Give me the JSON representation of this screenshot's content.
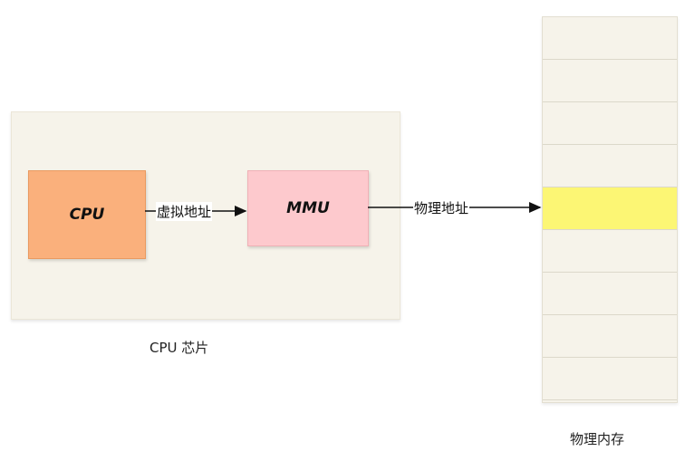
{
  "chip": {
    "caption": "CPU 芯片"
  },
  "cpu_box": {
    "label": "CPU"
  },
  "mmu_box": {
    "label": "MMU"
  },
  "edges": {
    "virtual_address": "虚拟地址",
    "physical_address": "物理地址"
  },
  "memory": {
    "caption": "物理内存",
    "rows": 9,
    "highlighted_row": 4,
    "highlight_color": "#fcf674"
  },
  "colors": {
    "cpu": "#fab07c",
    "mmu": "#fdc9cd",
    "chip_bg": "#f6f3ea"
  }
}
